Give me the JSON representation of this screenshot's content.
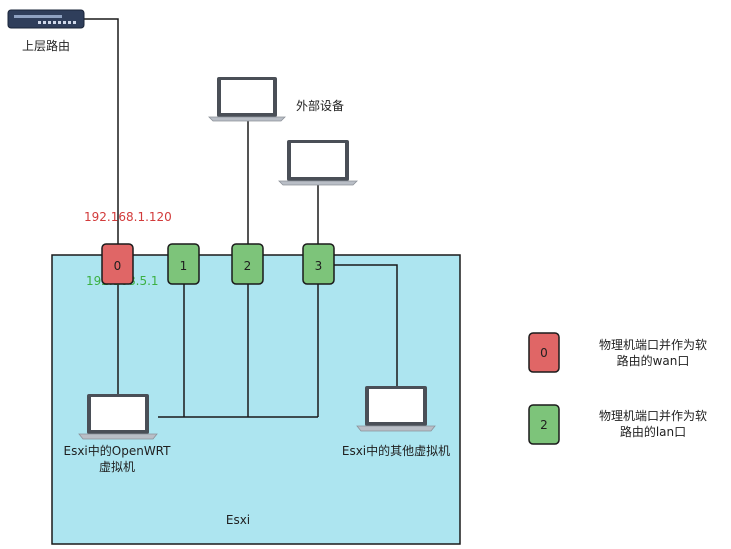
{
  "router": {
    "label": "上层路由"
  },
  "external": {
    "label": "外部设备"
  },
  "ip_wan": "192.168.1.120",
  "ip_lan": "192.168.5.1",
  "ports": [
    {
      "label": "0",
      "role": "wan"
    },
    {
      "label": "1",
      "role": "lan"
    },
    {
      "label": "2",
      "role": "lan"
    },
    {
      "label": "3",
      "role": "lan"
    }
  ],
  "vms": {
    "openwrt": {
      "line1": "Esxi中的OpenWRT",
      "line2": "虚拟机"
    },
    "other": {
      "label": "Esxi中的其他虚拟机"
    }
  },
  "host": {
    "label": "Esxi"
  },
  "legend": [
    {
      "port": "0",
      "line1": "物理机端口并作为软",
      "line2": "路由的wan口"
    },
    {
      "port": "2",
      "line1": "物理机端口并作为软",
      "line2": "路由的lan口"
    }
  ],
  "colors": {
    "host_fill": "#ade5f0",
    "wan_port": "#e06666",
    "lan_port": "#7dc47a",
    "ip_wan_text": "#d23b3b",
    "ip_lan_text": "#3cb043"
  }
}
